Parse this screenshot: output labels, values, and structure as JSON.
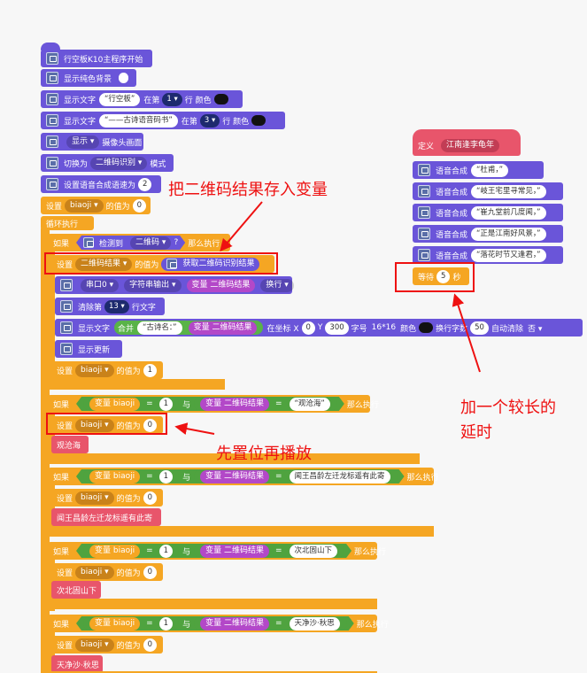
{
  "main": {
    "start": "行空板K10主程序开始",
    "bg": "显示纯色背景",
    "show1": {
      "a": "显示文字",
      "str": "“行空板”",
      "b": "在第",
      "row": "1",
      "c": "行 颜色"
    },
    "show2": {
      "a": "显示文字",
      "str": "“——古诗语音码书”",
      "b": "在第",
      "row": "3",
      "c": "行 颜色"
    },
    "camera": {
      "a": "显示",
      "b": "摄像头画面"
    },
    "switch": {
      "a": "切换为",
      "b": "二维码识别",
      "c": "模式"
    },
    "speed": {
      "a": "设置语音合成语速为",
      "val": "2"
    },
    "setvar": {
      "a": "设置",
      "var": "biaoji",
      "b": "的值为",
      "val": "0"
    },
    "loop": "循环执行",
    "if1": {
      "a": "如果",
      "b": "检测到",
      "c": "二维码",
      "d": "?",
      "e": "那么执行"
    },
    "setqr": {
      "a": "设置",
      "var": "二维码结果",
      "b": "的值为",
      "c": "获取二维码识别结果"
    },
    "serial": {
      "a": "串口0",
      "b": "字符串输出",
      "c": "变量 二维码结果",
      "d": "换行"
    },
    "clear": {
      "a": "清除第",
      "num": "13",
      "b": "行文字"
    },
    "show3": {
      "a": "显示文字",
      "merge": "合并",
      "str": "“古诗名：”",
      "var": "变量 二维码结果",
      "b": "在坐标 X",
      "x": "0",
      "c": "Y",
      "y": "300",
      "d": "字号",
      "e": "16*16",
      "f": "颜色",
      "g": "换行字数",
      "h": "50",
      "i": "自动清除",
      "j": "否"
    },
    "update": "显示更新",
    "set1": {
      "a": "设置",
      "var": "biaoji",
      "b": "的值为",
      "val": "1"
    },
    "conds": [
      {
        "label": "观沧海",
        "str": "“观沧海”",
        "then": "那么执行"
      },
      {
        "label": "闻王昌龄左迁龙标遥有此寄",
        "str": "闻王昌龄左迁龙标遥有此寄",
        "then": "那么执行"
      },
      {
        "label": "次北固山下",
        "str": "次北固山下",
        "then": "那么执行"
      },
      {
        "label": "天净沙·秋思",
        "str": "天净沙·秋思",
        "then": "那么执行"
      }
    ],
    "condWords": {
      "if": "如果",
      "var": "变量 biaoji",
      "eq": "=",
      "one": "1",
      "and": "与",
      "qr": "变量 二维码结果"
    },
    "set0": {
      "a": "设置",
      "var": "biaoji",
      "b": "的值为",
      "val": "0"
    }
  },
  "def": {
    "title": {
      "a": "定义",
      "name": "江南逢李龟年"
    },
    "lines": [
      "“杜甫，”",
      "“岐王宅里寻常见，”",
      "“崔九堂前几度闻，”",
      "“正是江南好风景，”",
      "“落花时节又逢君，”"
    ],
    "speak": "语音合成",
    "wait": {
      "a": "等待",
      "val": "5",
      "b": "秒"
    }
  },
  "annotations": {
    "a1": "把二维码结果存入变量",
    "a2": "先置位再播放",
    "a3_1": "加一个较长的",
    "a3_2": "延时"
  },
  "colors": {
    "control": "#f5a623",
    "hardware": "#6a55d9",
    "logic": "#59b348",
    "annotation": "#e11111"
  }
}
